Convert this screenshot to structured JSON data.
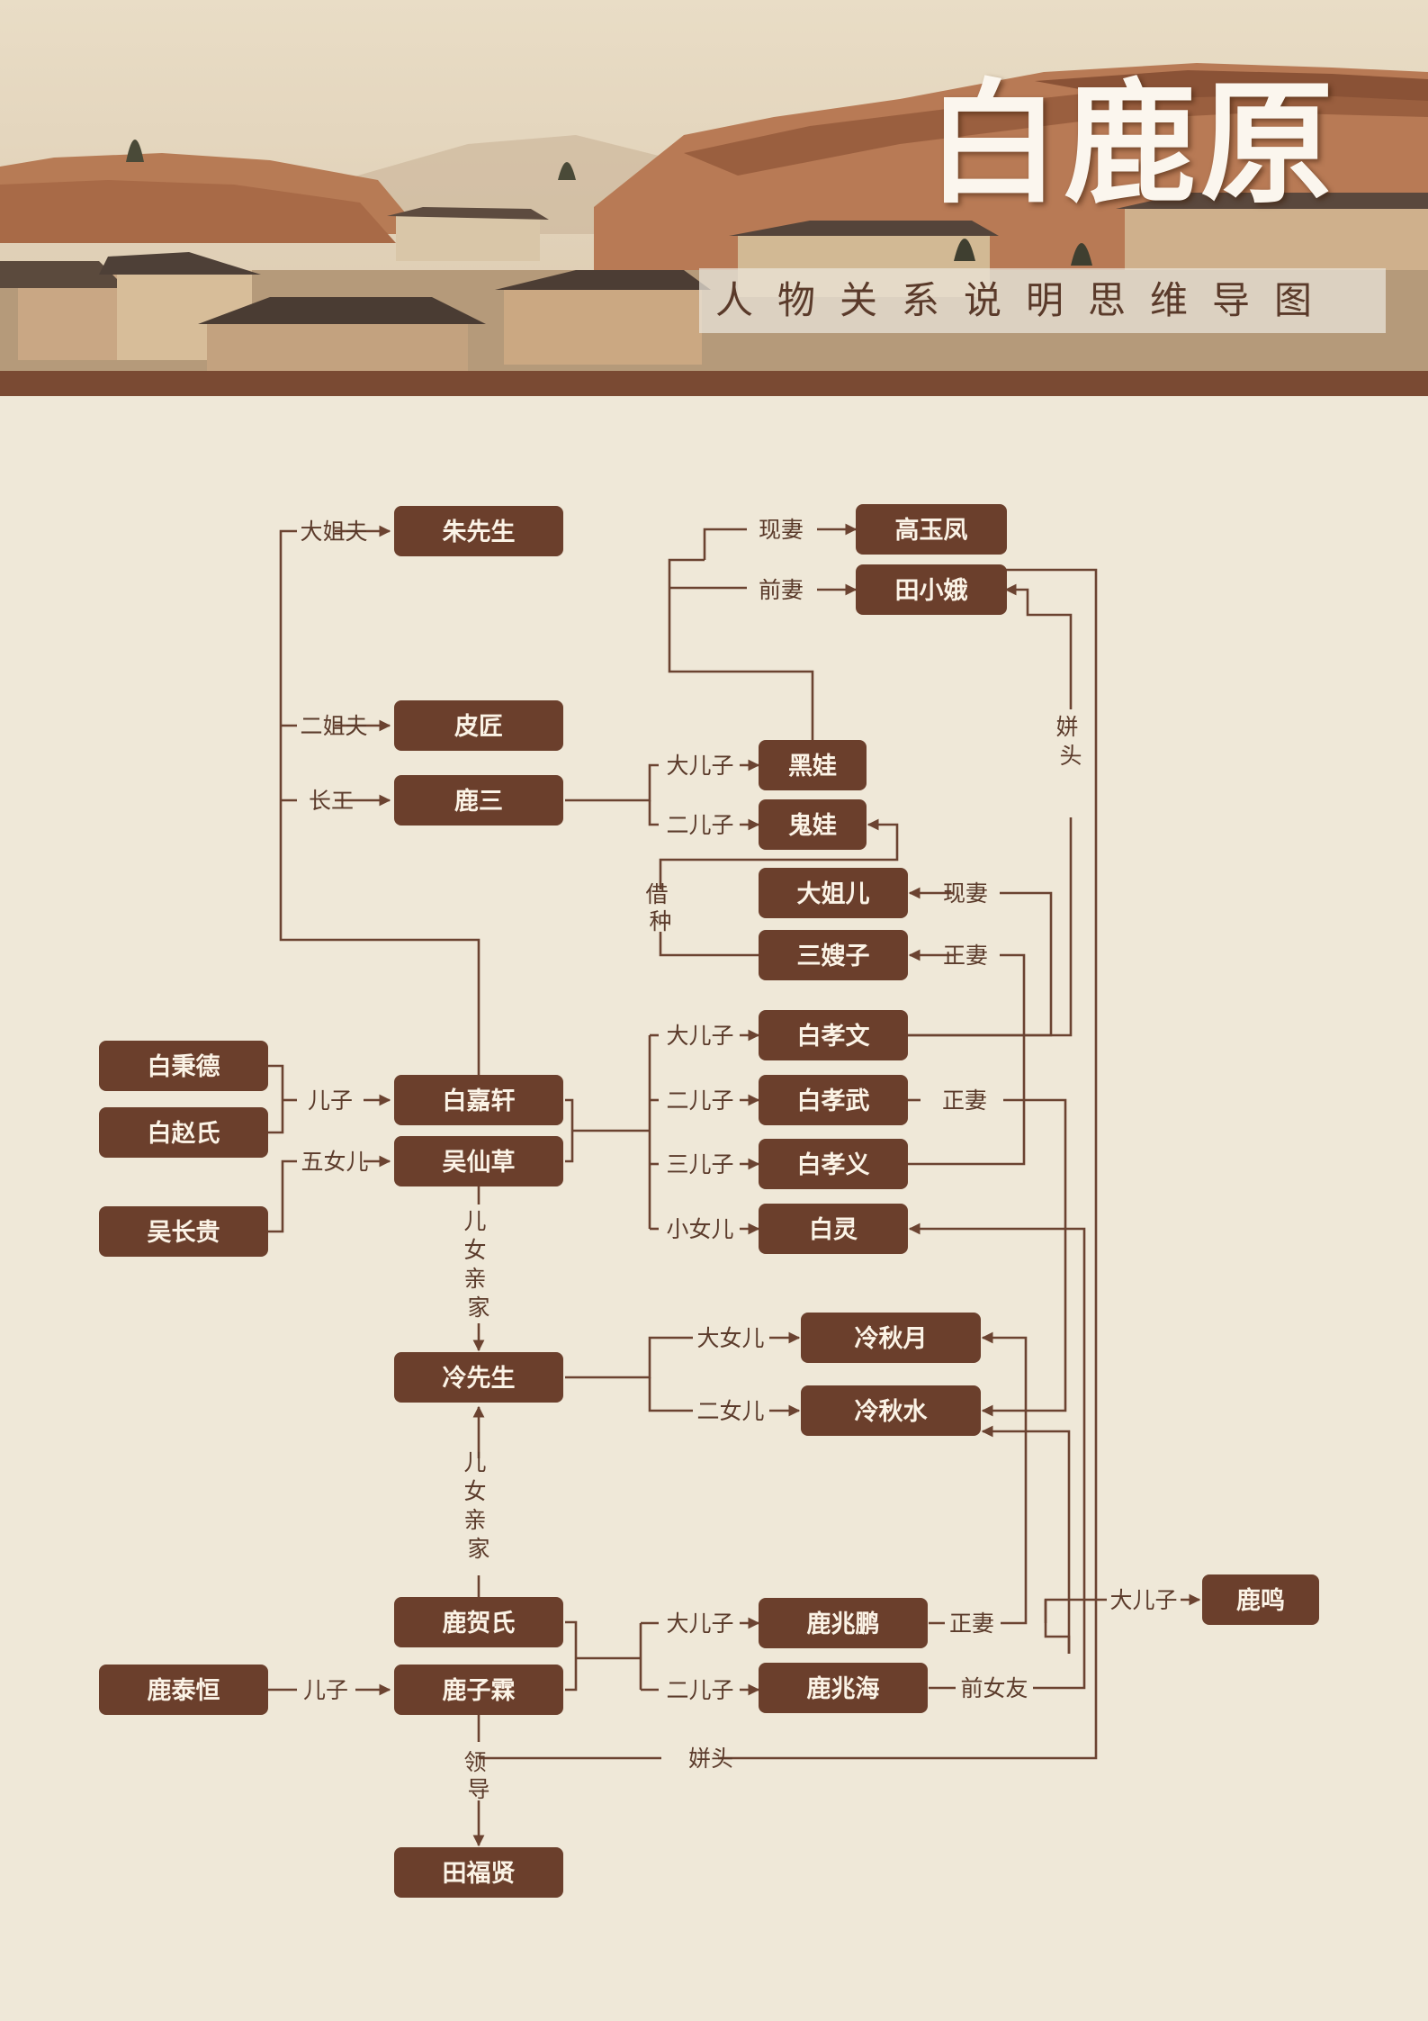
{
  "header": {
    "title": "白鹿原",
    "subtitle": "人物关系说明思维导图"
  },
  "colors": {
    "node_fill": "#6b3f2c",
    "node_text": "#fbf3e6",
    "line": "#6b4331",
    "label": "#5b3b2b",
    "page_bg": "#efe8d8",
    "band": "#7a4a33"
  },
  "nodes": {
    "zhu": "朱先生",
    "gaoyufeng": "高玉凤",
    "tianxiaoe": "田小娥",
    "pijiang": "皮匠",
    "lusan": "鹿三",
    "heiwa": "黑娃",
    "guiwa": "鬼娃",
    "dajier": "大姐儿",
    "sansaozi": "三嫂子",
    "baibingde": "白秉德",
    "baizhaoshi": "白赵氏",
    "baijiaxuan": "白嘉轩",
    "wuxiancao": "吴仙草",
    "wuchanggui": "吴长贵",
    "baixiaowen": "白孝文",
    "baixiaowu": "白孝武",
    "baixiaoyi": "白孝义",
    "bailing": "白灵",
    "lengxiansheng": "冷先生",
    "lengqiuyue": "冷秋月",
    "lengqiushui": "冷秋水",
    "luheshi": "鹿贺氏",
    "lutaiheng": "鹿泰恒",
    "luzilin": "鹿子霖",
    "luzhaopeng": "鹿兆鹏",
    "luzhaohai": "鹿兆海",
    "luming": "鹿鸣",
    "tianfuxian": "田福贤"
  },
  "relations": {
    "dajiefu": "大姐夫",
    "erjiefu": "二姐夫",
    "changgong": "长工",
    "xianqi_gao": "现妻",
    "qianqi_tian": "前妻",
    "daerzi_hei": "大儿子",
    "ererzi_gui": "二儿子",
    "jiezhong": "借种",
    "xianqi_dajier": "现妻",
    "zhengqi_san": "正妻",
    "pintou_right": "姘头",
    "erzi_bai": "儿子",
    "wunver": "五女儿",
    "daerzi_wen": "大儿子",
    "ererzi_wu": "二儿子",
    "sanerzi_yi": "三儿子",
    "xiaonver": "小女儿",
    "zhengqi_wu": "正妻",
    "ernvqinjia_top": "儿女亲家",
    "danver": "大女儿",
    "ernver": "二女儿",
    "ernvqinjia_bottom": "儿女亲家",
    "daerzi_peng": "大儿子",
    "ererzi_hai": "二儿子",
    "zhengqi_peng": "正妻",
    "qiannvyou": "前女友",
    "daerzi_ming": "大儿子",
    "erzi_lu": "儿子",
    "lingdao": "领导",
    "pintou_bottom": "姘头"
  }
}
